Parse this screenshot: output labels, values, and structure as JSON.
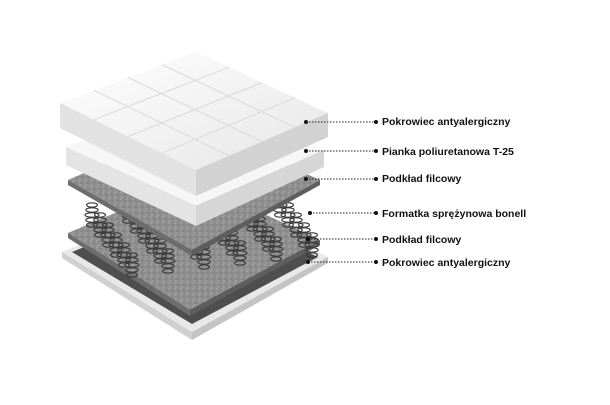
{
  "layers": [
    {
      "label": "Pokrowiec antyalergiczny"
    },
    {
      "label": "Pianka poliuretanowa T-25"
    },
    {
      "label": "Podkład filcowy"
    },
    {
      "label": "Formatka sprężynowa bonell"
    },
    {
      "label": "Podkład filcowy"
    },
    {
      "label": "Pokrowiec antyalergiczny"
    }
  ]
}
